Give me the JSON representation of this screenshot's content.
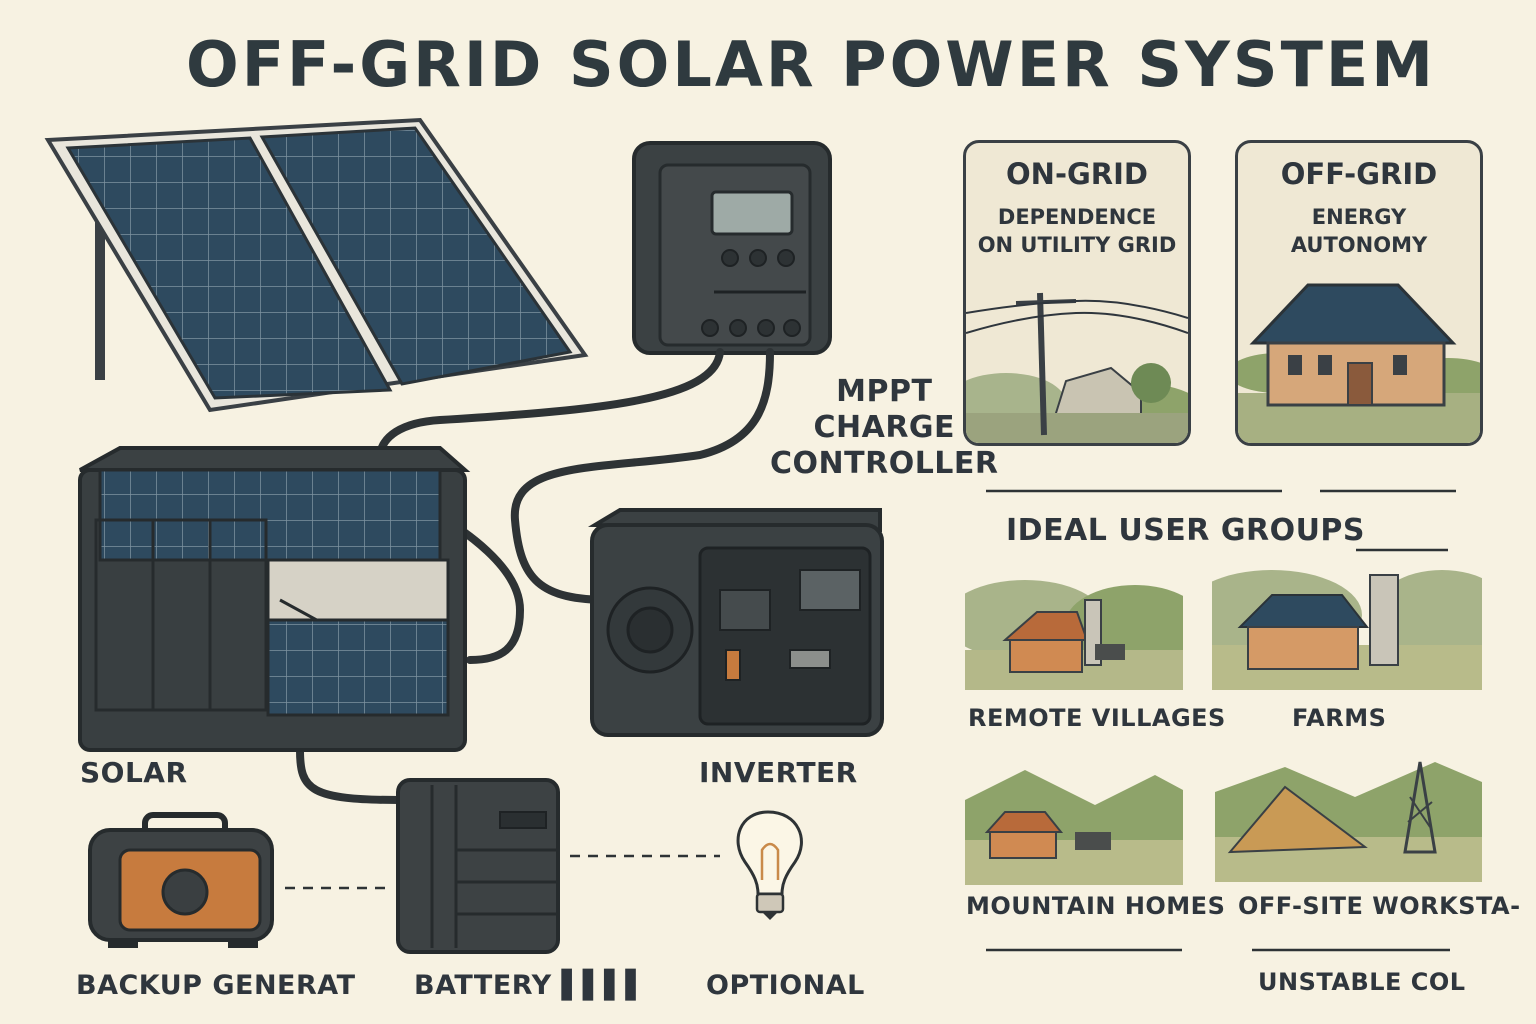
{
  "title": "OFF-GRID SOLAR POWER SYSTEM",
  "components": {
    "charge_controller": "MPPT\nCHARGE\nCONTROLLER",
    "solar": "SOLAR",
    "inverter": "INVERTER",
    "backup_generator": "BACKUP GENERAT",
    "battery": "BATTERY ▌▌▌▌",
    "optional": "OPTIONAL"
  },
  "comparison": {
    "on_grid": {
      "heading": "ON-GRID",
      "caption": "DEPENDENCE\nON UTILITY GRID"
    },
    "off_grid": {
      "heading": "OFF-GRID",
      "caption": "ENERGY\nAUTONOMY"
    }
  },
  "user_groups": {
    "heading": "IDEAL USER GROUPS",
    "items": [
      {
        "label": "REMOTE VILLAGES"
      },
      {
        "label": "FARMS"
      },
      {
        "label": "MOUNTAIN HOMES"
      },
      {
        "label": "OFF-SITE WORKSTA-"
      }
    ],
    "footer": "UNSTABLE COL"
  },
  "colors": {
    "background": "#f7f2e2",
    "panel": "#2d4a5e",
    "device": "#3d4244",
    "accent_orange": "#c77b3e",
    "grass": "#8ea36a"
  }
}
